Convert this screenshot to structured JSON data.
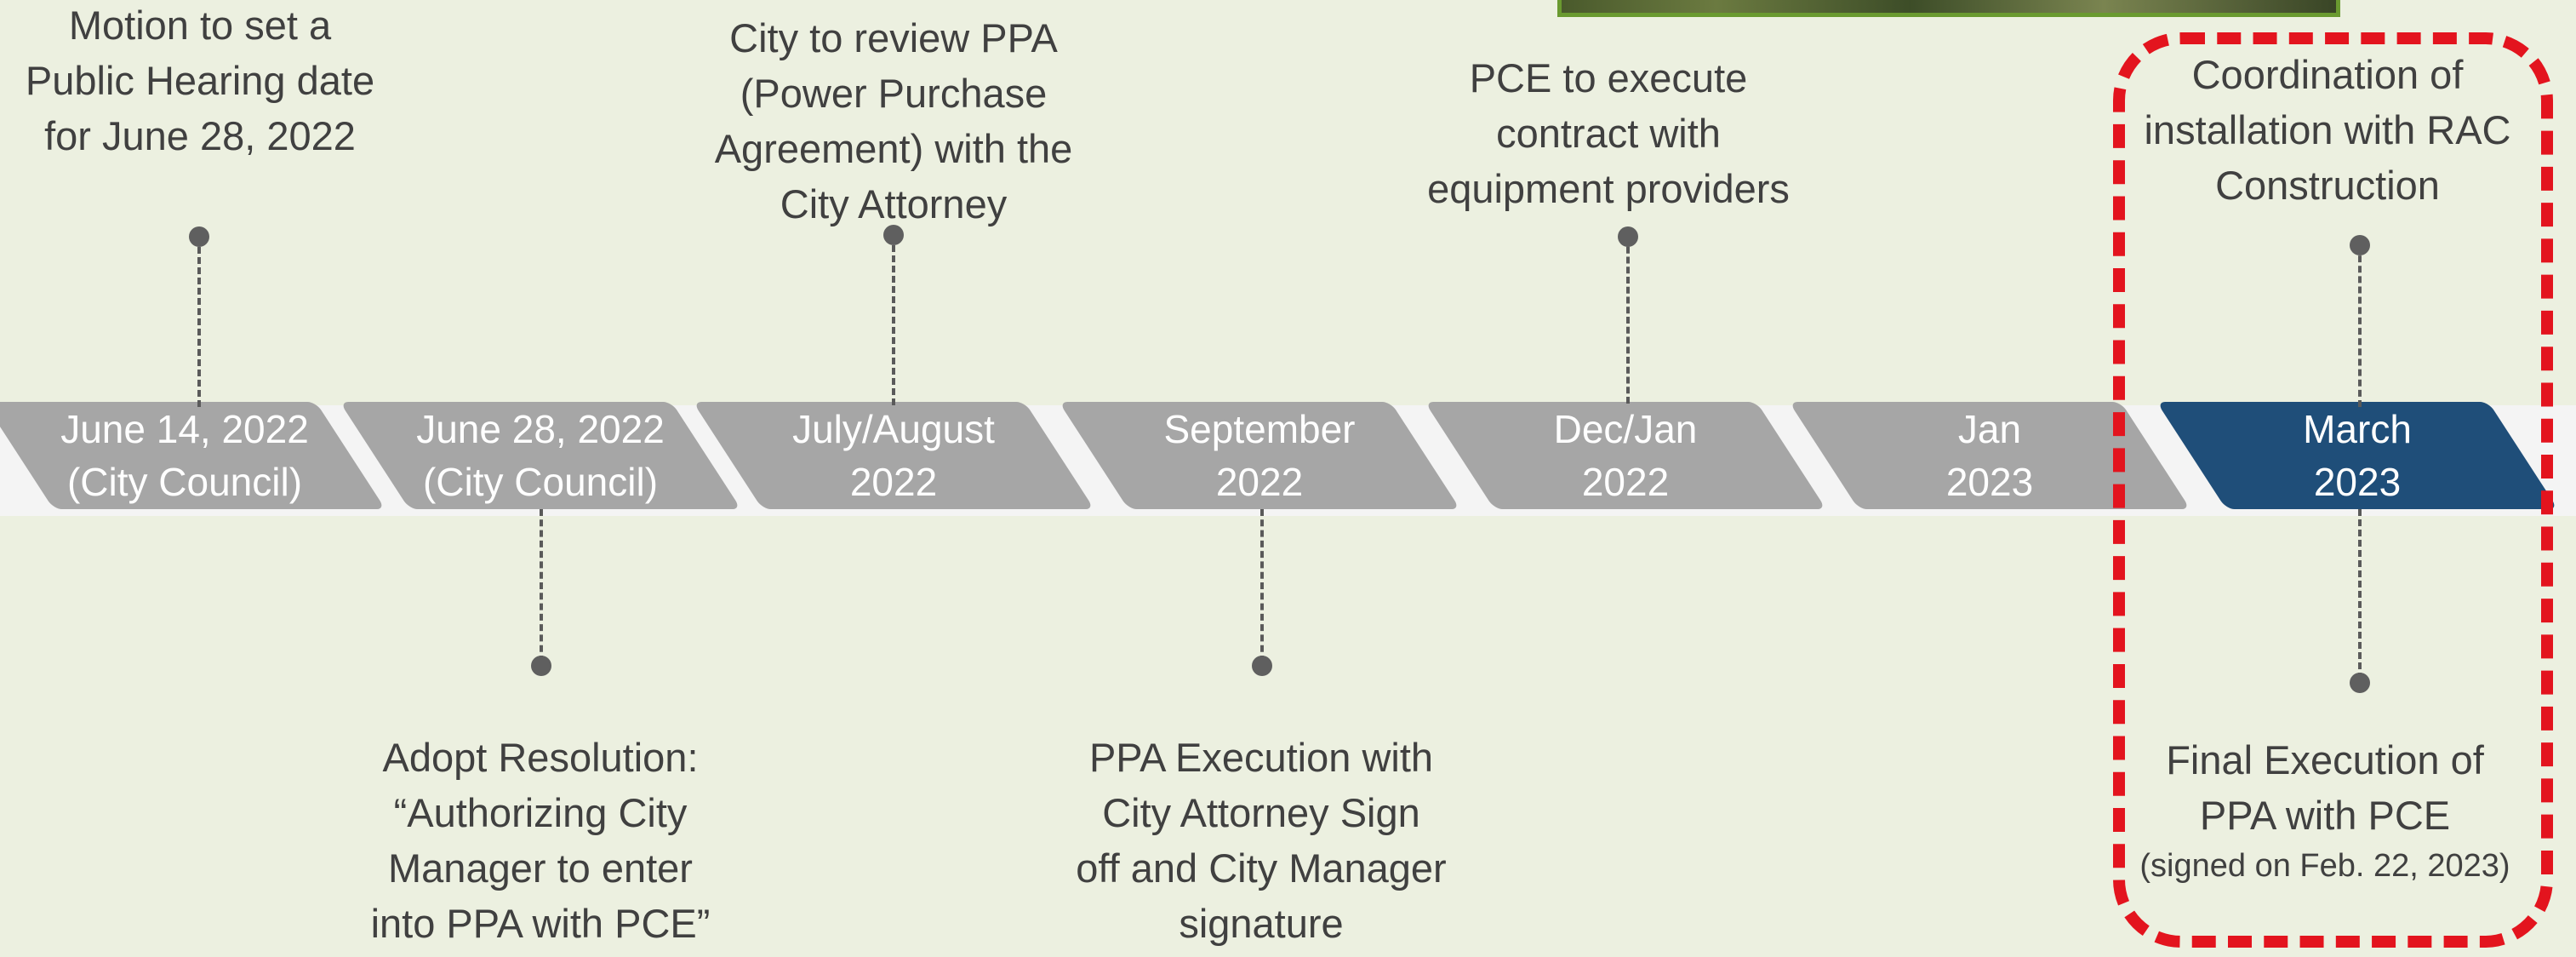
{
  "timeline": {
    "steps": [
      {
        "line1": "June 14, 2022",
        "line2": "(City Council)",
        "active": false
      },
      {
        "line1": "June 28, 2022",
        "line2": "(City Council)",
        "active": false
      },
      {
        "line1": "July/August",
        "line2": "2022",
        "active": false
      },
      {
        "line1": "September",
        "line2": "2022",
        "active": false
      },
      {
        "line1": "Dec/Jan",
        "line2": "2022",
        "active": false
      },
      {
        "line1": "Jan",
        "line2": "2023",
        "active": false
      },
      {
        "line1": "March",
        "line2": "2023",
        "active": true
      }
    ],
    "above": [
      {
        "lines": [
          "Motion to set a",
          "Public Hearing date",
          "for June 28, 2022"
        ]
      },
      {
        "lines": [
          "City to review PPA",
          "(Power Purchase",
          "Agreement) with the",
          "City Attorney"
        ]
      },
      {
        "lines": [
          "PCE to execute",
          "contract with",
          "equipment providers"
        ]
      },
      {
        "lines": [
          "Coordination of",
          "installation with RAC",
          "Construction"
        ]
      }
    ],
    "below": [
      {
        "lines": [
          "Adopt Resolution:",
          "“Authorizing City",
          "Manager to enter",
          "into PPA with PCE”"
        ]
      },
      {
        "lines": [
          "PPA Execution with",
          "City Attorney Sign",
          "off and City Manager",
          "signature"
        ]
      },
      {
        "lines": [
          "Final Execution of",
          "PPA with PCE"
        ],
        "note": "(signed on Feb. 22, 2023)"
      }
    ]
  },
  "colors": {
    "background": "#ecf0e0",
    "step": "#a6a6a6",
    "active_step": "#1f4e79",
    "highlight_border": "#e3141e",
    "connector": "#5f5f5f"
  }
}
